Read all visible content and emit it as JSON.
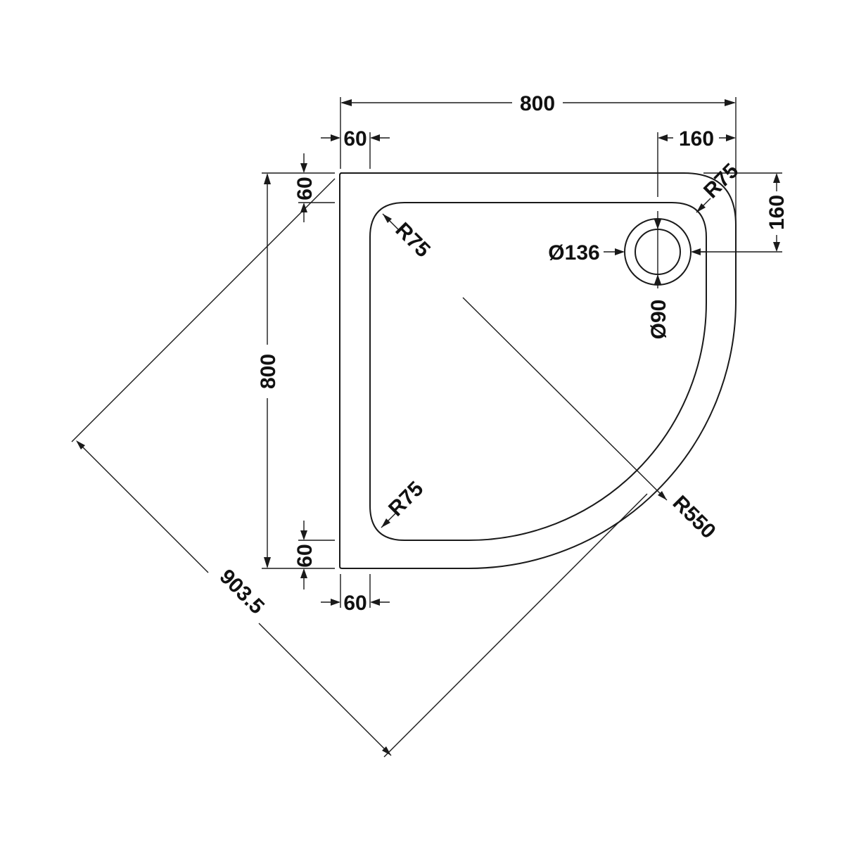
{
  "drawing": {
    "overall_width": "800",
    "overall_depth": "800",
    "diagonal": "903.5",
    "rim_top": "60",
    "rim_left": "60",
    "rim_left_bottom": "60",
    "rim_bottom": "60",
    "waste_offset_x": "160",
    "waste_offset_y": "160",
    "corner_radius_outer": "R75",
    "corner_radius_inner_top": "R75",
    "corner_radius_inner_bottom": "R75",
    "curve_radius": "R550",
    "waste_outer_diameter": "Ø136",
    "waste_inner_diameter": "Ø90",
    "line_color": "#1a1a1a"
  }
}
